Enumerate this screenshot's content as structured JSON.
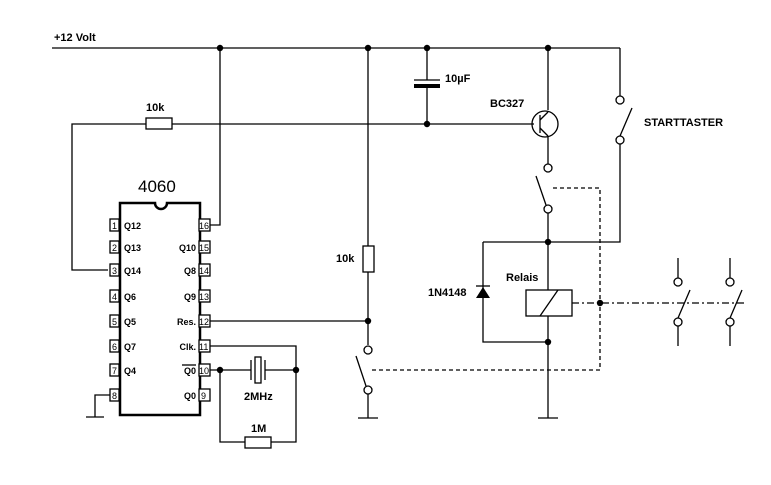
{
  "supply_label": "+12 Volt",
  "ic": {
    "name": "4060",
    "left_pins": [
      {
        "num": "1",
        "label": "Q12"
      },
      {
        "num": "2",
        "label": "Q13"
      },
      {
        "num": "3",
        "label": "Q14"
      },
      {
        "num": "4",
        "label": "Q6"
      },
      {
        "num": "5",
        "label": "Q5"
      },
      {
        "num": "6",
        "label": "Q7"
      },
      {
        "num": "7",
        "label": "Q4"
      },
      {
        "num": "8",
        "label": ""
      }
    ],
    "right_pins": [
      {
        "num": "16",
        "label": ""
      },
      {
        "num": "15",
        "label": "Q10"
      },
      {
        "num": "14",
        "label": "Q8"
      },
      {
        "num": "13",
        "label": "Q9"
      },
      {
        "num": "12",
        "label": "Res."
      },
      {
        "num": "11",
        "label": "Clk."
      },
      {
        "num": "10",
        "label": "Q0"
      },
      {
        "num": "9",
        "label": "Q0"
      }
    ]
  },
  "components": {
    "r_top": "10k",
    "r_mid": "10k",
    "capacitor": "10µF",
    "transistor": "BC327",
    "start_button": "STARTTASTER",
    "diode": "1N4148",
    "relay": "Relais",
    "crystal": "2MHz",
    "r_osc": "1M"
  }
}
